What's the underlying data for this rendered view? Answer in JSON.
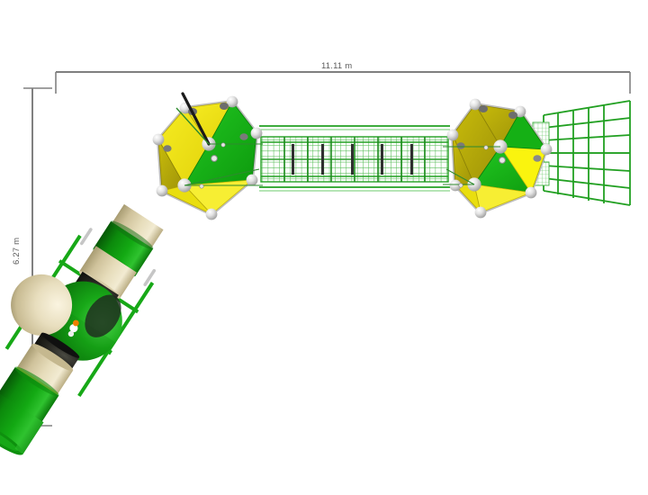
{
  "drawing": {
    "type": "playground-equipment-elevation",
    "background_color": "#ffffff"
  },
  "dimensions": {
    "width": {
      "label": "11.11 m",
      "value": 11.11,
      "unit": "m",
      "orientation": "horizontal",
      "line_color": "#808080"
    },
    "height": {
      "label": "6.27 m",
      "value": 6.27,
      "unit": "m",
      "orientation": "vertical",
      "line_color": "#808080"
    }
  },
  "palette": {
    "green_panel": "#17B817",
    "green_panel_dark": "#0E8F0E",
    "yellow_panel": "#F2E612",
    "yellow_panel_dark": "#D4C90C",
    "yellow_panel_shade": "#BFB30B",
    "node_gray": "#D8D8D8",
    "node_gray_dark": "#9A9A9A",
    "net_green": "#22A022",
    "net_green_light": "#6ECB6E",
    "tube_green": "#18A818",
    "tube_beige": "#E8DFC0",
    "tube_beige_dark": "#C9BE99",
    "pole_black": "#1A1A1A",
    "dim_line": "#808080",
    "leader_green": "#2E8B2E",
    "accent_orange": "#F08000"
  },
  "components": {
    "left_tower": {
      "name": "Hexagonal platform tower (left)",
      "panels": [
        "yellow",
        "green",
        "yellow",
        "yellow",
        "green"
      ],
      "node_count": 11
    },
    "right_tower": {
      "name": "Hexagonal platform tower (right)",
      "panels": [
        "yellow",
        "green",
        "yellow",
        "yellow",
        "green"
      ],
      "node_count": 11
    },
    "net_bridge": {
      "name": "Rope net bridge",
      "color": "#22A022",
      "grid_columns": 34,
      "grid_rows": 9
    },
    "fan_net": {
      "name": "Fan climbing net",
      "color": "#22A022",
      "vertical_lines": 6,
      "horizontal_lines": 7
    },
    "tube_slide": {
      "name": "Diagonal tube slide",
      "segments": [
        "green",
        "beige",
        "green",
        "beige",
        "green",
        "beige",
        "green"
      ],
      "sphere_color": "#17A817"
    },
    "antenna_pole": {
      "name": "Angled pole",
      "color": "#1A1A1A"
    }
  }
}
